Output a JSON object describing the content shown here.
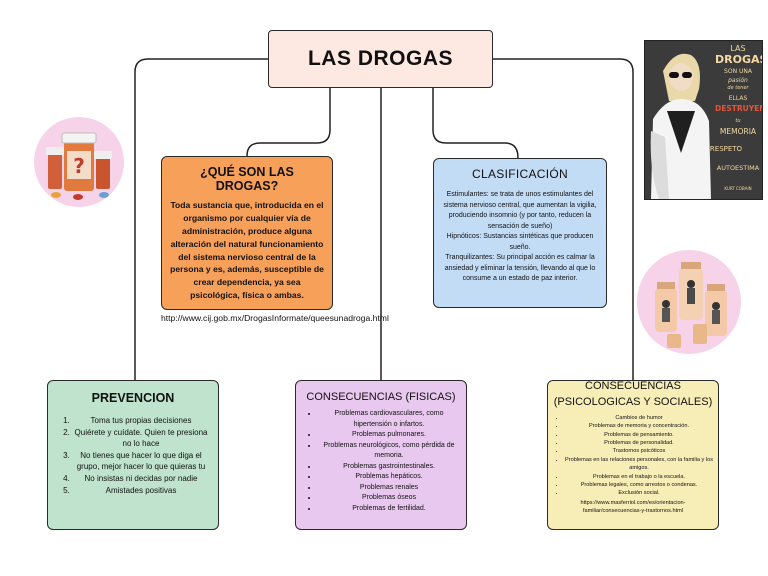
{
  "title": "LAS DROGAS",
  "que_son": {
    "heading": "¿QUÉ SON LAS DROGAS?",
    "body": "Toda sustancia que, introducida en el organismo por cualquier vía de administración, produce alguna alteración del natural funcionamiento del sistema nervioso central de la persona y es, además, susceptible de crear dependencia, ya sea psicológica, física o ambas.",
    "source": "http://www.cij.gob.mx/DrogasInformate/queesunadroga.html"
  },
  "clasificacion": {
    "heading": "CLASIFICACIÓN",
    "paragraphs": [
      "Estimulantes: se trata de unos estimulantes del sistema nervioso central, que aumentan la vigilia, produciendo insomnio (y por tanto, reducen la sensación de sueño)",
      "Hipnóticos: Sustancias sintéticas que producen sueño.",
      "Tranquilizantes: Su principal acción es calmar la ansiedad y eliminar la tensión, llevando al que lo consume a un estado de paz interior."
    ]
  },
  "prevencion": {
    "heading": "PREVENCION",
    "items": [
      "Toma tus propias decisiones",
      "Quiérete y cuídate. Quien te presiona no lo hace",
      "No tienes que hacer lo que diga el grupo, mejor hacer lo que quieras tu",
      "No insistas ni decidas por nadie",
      "Amistades positivas"
    ]
  },
  "consecuencias_fisicas": {
    "heading": "CONSECUENCIAS (FISICAS)",
    "items": [
      "Problemas cardiovasculares, como hipertensión o infartos.",
      "Problemas pulmonares.",
      "Problemas neurológicos, como pérdida de memoria.",
      "Problemas gastrointestinales.",
      "Problemas hepáticos.",
      "Problemas renales",
      "Problemas óseos",
      "Problemas de fertilidad."
    ]
  },
  "consecuencias_psicologicas": {
    "heading": "CONSECUENCIAS (PSICOLOGICAS Y SOCIALES)",
    "items": [
      "Cambios de humor",
      "Problemas de memoria y concentración.",
      "Problemas de pensamiento.",
      "Problemas de personalidad.",
      "Trastornos psicóticos",
      "Problemas en las relaciones personales, con la familia y los amigos.",
      "Problemas en el trabajo o la escuela.",
      "Problemas legales, como arrestos o condenas.",
      "Exclusión social."
    ],
    "source": "https://www.masferriol.com/es/orientacion-familiar/consecuencias-y-trastornos.html"
  },
  "poster": {
    "lines": [
      "LAS",
      "DROGAS",
      "SON UNA",
      "pasión",
      "de tener",
      "ELLAS",
      "DESTRUYEN",
      "tu",
      "MEMORIA",
      "RESPETO",
      "AUTOESTIMA",
      "KURT COBAIN"
    ]
  },
  "colors": {
    "title_bg": "#fde9e2",
    "que_bg": "#f7a05a",
    "clasificacion_bg": "#c3dcf5",
    "prevencion_bg": "#bfe3cc",
    "fisicas_bg": "#e8c8ef",
    "psicologicas_bg": "#f7edb7",
    "circle_bg": "#f7d3ea"
  },
  "icons": [
    "pill-bottles-illustration",
    "people-in-bottles-illustration",
    "poster-illustration"
  ]
}
